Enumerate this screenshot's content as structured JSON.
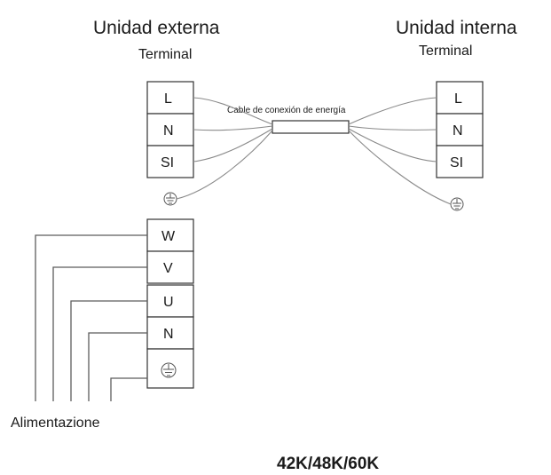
{
  "outdoor": {
    "title": "Unidad externa",
    "subtitle": "Terminal",
    "terminals": [
      "L",
      "N",
      "SI"
    ]
  },
  "indoor": {
    "title": "Unidad interna",
    "subtitle": "Terminal",
    "terminals": [
      "L",
      "N",
      "SI"
    ]
  },
  "cable": {
    "label": "Cable de conexión de energía"
  },
  "supply": {
    "terminals": [
      "W",
      "V",
      "U",
      "N"
    ],
    "label": "Alimentazione"
  },
  "model": "42K/48K/60K"
}
